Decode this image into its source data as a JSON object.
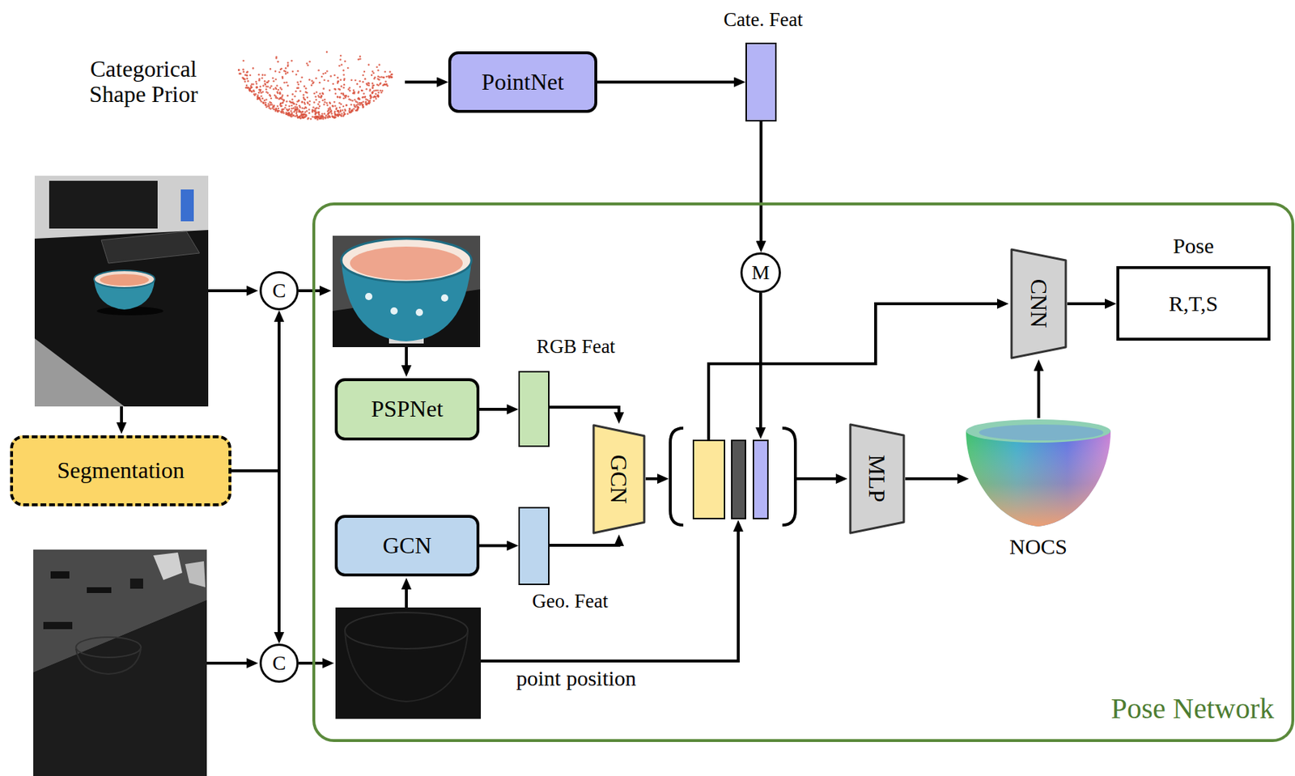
{
  "diagram": {
    "nodes": [
      {
        "text": [
          "Categorical Shape Prior"
        ]
      },
      {
        "text": [
          "PointNet"
        ]
      },
      {
        "text": [
          "Cate. Feat"
        ]
      },
      {
        "text": [
          "Segmentation"
        ]
      },
      {
        "text": [
          "C"
        ]
      },
      {
        "text": [
          "C"
        ]
      },
      {
        "text": [
          "Pose Network"
        ]
      },
      {
        "text": [
          "M"
        ],
        "in": 6
      },
      {
        "text": [
          "PSPNet"
        ],
        "in": 6
      },
      {
        "text": [
          "RGB Feat"
        ],
        "in": 6
      },
      {
        "text": [
          "GCN"
        ],
        "in": 6
      },
      {
        "text": [
          "Geo. Feat"
        ],
        "in": 6
      },
      {
        "text": [
          "GCN"
        ],
        "in": 6
      },
      {
        "text": [
          "MLP"
        ],
        "in": 6
      },
      {
        "text": [
          "NOCS"
        ],
        "in": 6
      },
      {
        "text": [
          "CNN"
        ],
        "in": 6
      },
      {
        "text": [
          "Pose",
          "R,T,S"
        ],
        "in": 6
      }
    ],
    "edges": [
      {
        "from": 0,
        "to": 1,
        "arrow": "to"
      },
      {
        "from": 1,
        "to": 2,
        "arrow": "to"
      },
      {
        "from": 2,
        "to": 7,
        "arrow": "to"
      },
      {
        "from": 3,
        "to": 4,
        "arrow": "to"
      },
      {
        "from": 3,
        "to": 5,
        "arrow": "to"
      },
      {
        "from": 8,
        "to": 9,
        "arrow": "to"
      },
      {
        "from": 9,
        "to": 12,
        "arrow": "to"
      },
      {
        "from": 10,
        "to": 11,
        "arrow": "to"
      },
      {
        "from": 11,
        "to": 12,
        "arrow": "to"
      },
      {
        "from": 13,
        "to": 14,
        "arrow": "to"
      },
      {
        "from": 14,
        "to": 15,
        "arrow": "to"
      },
      {
        "from": 15,
        "to": 16,
        "arrow": "to"
      }
    ],
    "labels": [
      "point position"
    ]
  }
}
